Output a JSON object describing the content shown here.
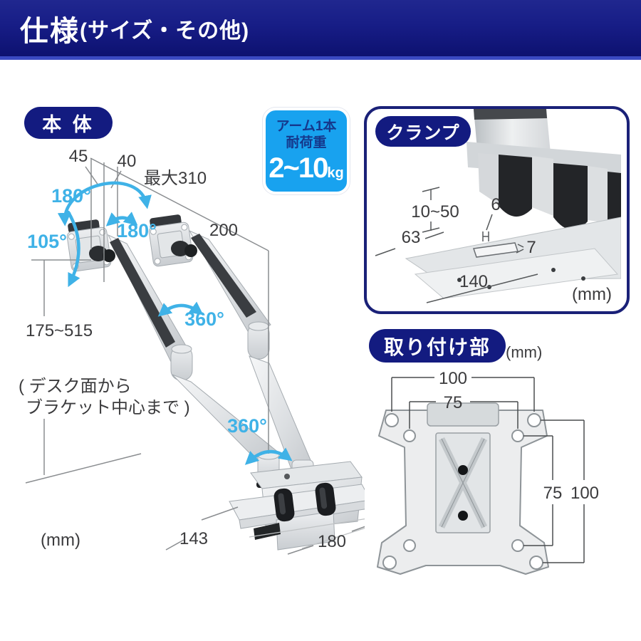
{
  "colors": {
    "navy": "#131b80",
    "badge_blue": "#18a2ef",
    "badge_text_navy": "#15388c",
    "angle_cyan": "#3fb2e7",
    "dim_text": "#3b3b3d",
    "dim_line": "#8a8d90"
  },
  "header": {
    "title_main": "仕様",
    "title_sub": "(サイズ・その他)"
  },
  "badge": {
    "line1": "アーム1本",
    "line2": "耐荷重",
    "value": "2~10",
    "unit": "kg"
  },
  "main_unit": {
    "label": "本 体",
    "dims": {
      "d45": "45",
      "d40": "40",
      "max_reach": "最大310",
      "d200": "200",
      "height_range": "175~515",
      "note1": "( デスク面から",
      "note2": "ブラケット中心まで )",
      "unit": "(mm)",
      "base_depth": "143",
      "base_width": "180"
    },
    "angles": {
      "tilt": "180°",
      "swivel": "180°",
      "pivot": "105°",
      "rotate_mid": "360°",
      "rotate_base": "360°"
    }
  },
  "clamp": {
    "label": "クランプ",
    "dims": {
      "desk_thickness": "10~50",
      "depth": "63",
      "bolt": "6",
      "tab": "7",
      "width": "140",
      "unit": "(mm)"
    }
  },
  "mount": {
    "label": "取り付け部",
    "unit": "(mm)",
    "dims": {
      "top_outer": "100",
      "top_inner": "75",
      "side_inner": "75",
      "side_outer": "100"
    }
  }
}
